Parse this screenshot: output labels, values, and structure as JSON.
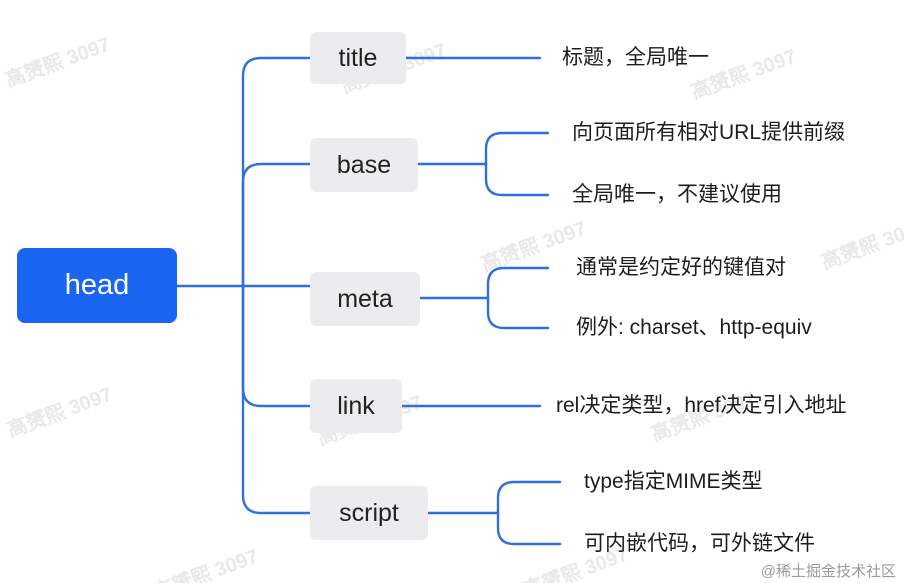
{
  "root": {
    "label": "head"
  },
  "children": [
    {
      "id": "title",
      "label": "title",
      "leaves": [
        "标题，全局唯一"
      ]
    },
    {
      "id": "base",
      "label": "base",
      "leaves": [
        "向页面所有相对URL提供前缀",
        "全局唯一，不建议使用"
      ]
    },
    {
      "id": "meta",
      "label": "meta",
      "leaves": [
        "通常是约定好的键值对",
        "例外: charset、http-equiv"
      ]
    },
    {
      "id": "link",
      "label": "link",
      "leaves": [
        "rel决定类型，href决定引入地址"
      ]
    },
    {
      "id": "script",
      "label": "script",
      "leaves": [
        "type指定MIME类型",
        "可内嵌代码，可外链文件"
      ]
    }
  ],
  "watermark_text": "高赟熙 3097",
  "footer": "@稀土掘金技术社区",
  "colors": {
    "root_fill": "#1a66f2",
    "child_fill": "#ececee",
    "connector": "#2f6fde"
  }
}
